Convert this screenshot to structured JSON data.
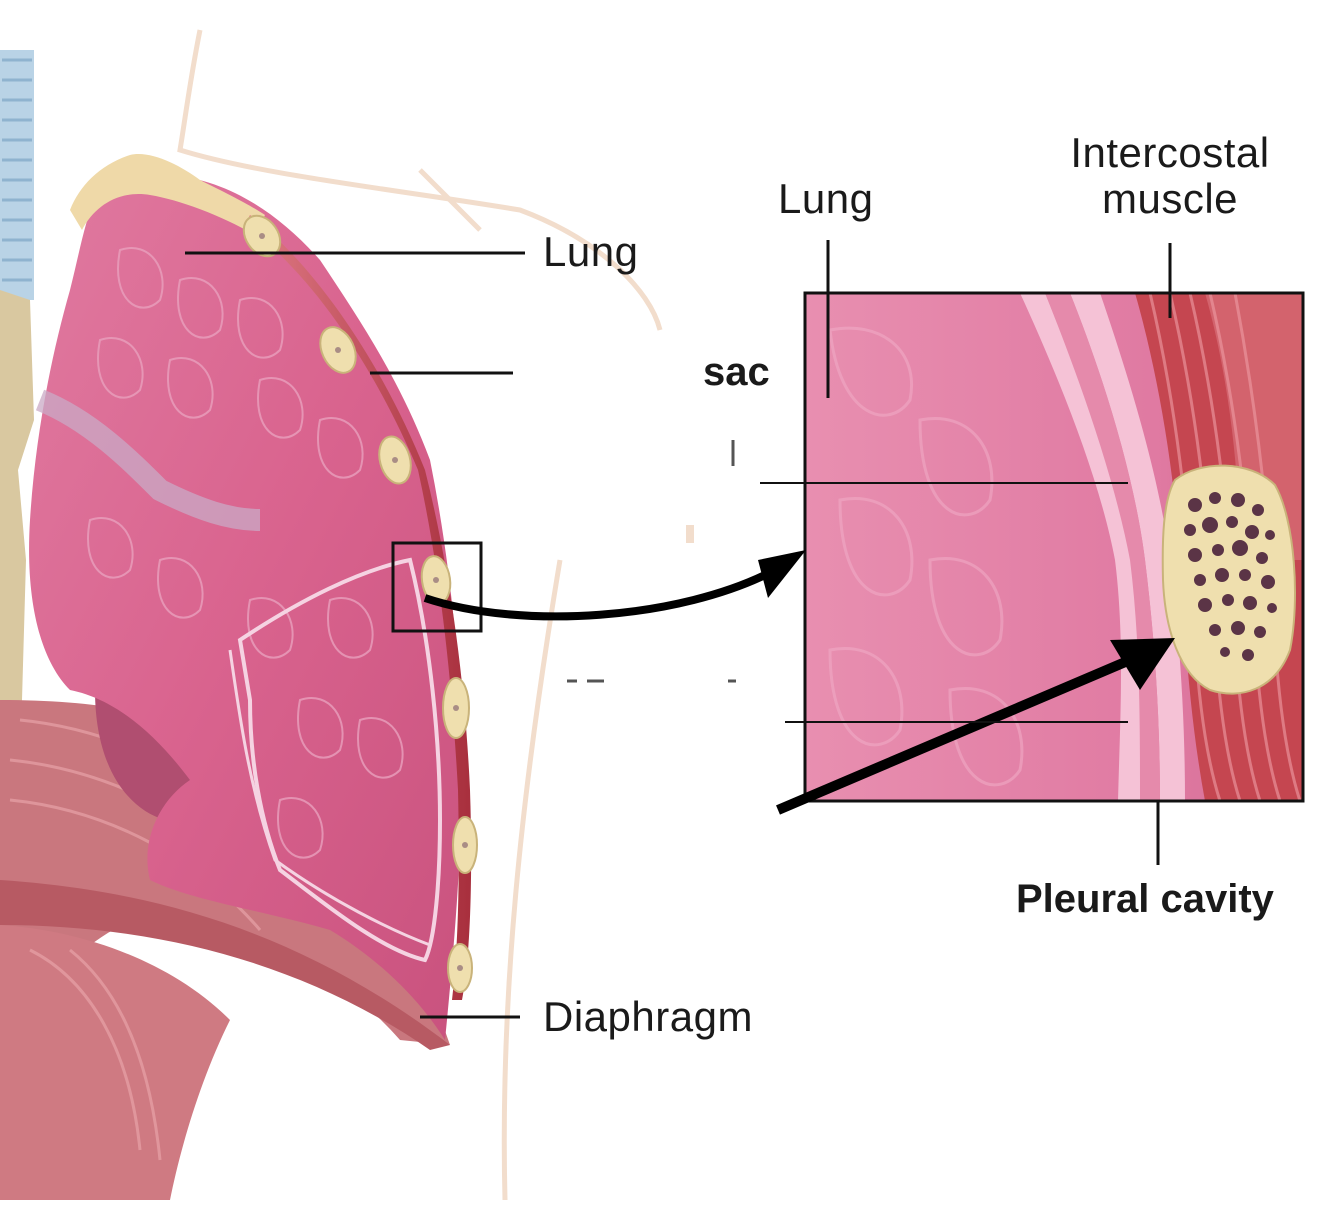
{
  "labels": {
    "lung_left": "Lung",
    "diaphragm": "Diaphragm",
    "lung_inset": "Lung",
    "intercostal_line1": "Intercostal",
    "intercostal_line2": "muscle",
    "sac": "sac",
    "pleural_cavity": "Pleural cavity"
  },
  "colors": {
    "lung_pink": "#d9638e",
    "lung_light": "#e68aab",
    "muscle_red": "#c8434f",
    "bone_cream": "#f1e1b0",
    "spine_tan": "#d9c8a0",
    "outline": "#111111",
    "body_outline": "#f0d9c8"
  }
}
